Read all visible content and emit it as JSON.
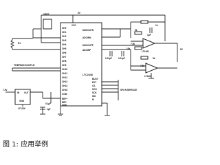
{
  "diagram": {
    "chip_name": "LTC2448",
    "chip_pins_left": [
      "CH0",
      "CH1",
      "CH2",
      "CH3",
      "CH4",
      "CH5",
      "CH6",
      "CH7",
      "CH8",
      "CH9",
      "CH10",
      "CH11",
      "CH12",
      "CH13",
      "CH14",
      "CH15",
      "COM"
    ],
    "chip_pins_right_top": [
      "MUXOUTN",
      "ADCINN",
      "MUXOUTP",
      "ADCINP"
    ],
    "chip_pins_right_bottom": [
      "BUSY",
      "EXT",
      "CS",
      "SCO",
      "SCK",
      "SDI",
      "f0"
    ],
    "chip_pins_bottom_left": [
      "REF+",
      "REF-",
      "GND"
    ],
    "labels": {
      "vcc": "VCC",
      "vref": "VREF",
      "supply_5v_top": "5V",
      "r_left": "R1",
      "thermocouple": "THERMOCOUPLE",
      "spi_interface": "SPI INTERFACE",
      "v5_right": "5V",
      "r_1k": "1k",
      "c_1uf": "1µF",
      "r_5k": "5k",
      "r_10k": "10k",
      "r_7_5k_top": "7.5k",
      "r_7_5k_bot": "7.5k",
      "r_5k_mid": "5k",
      "c_0_01uf_a": "0.01µF",
      "c_0_01uf_b": "0.01µF",
      "opamp_top": "LT1461",
      "opamp_bot": "LT1461",
      "reg_in": "IN",
      "reg_out": "OUT",
      "reg_gnd": "GND",
      "reg_name": "LT1236",
      "reg_supply": "7.5V",
      "c_0_1uf": "0.1µF",
      "c_1uf_b": "1µF"
    },
    "caption": "图 1: 应用举例"
  }
}
